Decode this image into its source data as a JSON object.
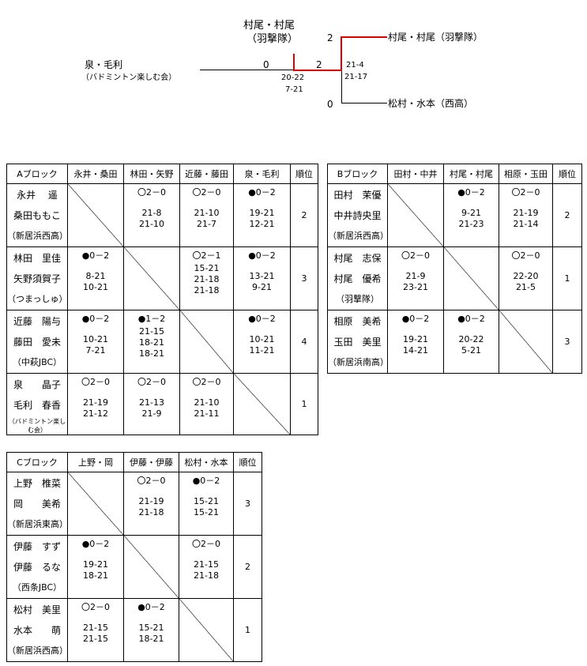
{
  "bracket": {
    "top_pair": "村尾・村尾",
    "top_team": "（羽撃隊）",
    "left_pair": "泉・毛利",
    "left_team": "（バドミントン楽しむ会）",
    "semi_left_score": "0",
    "semi_right_score": "2",
    "semi_games": [
      "20-22",
      "7-21"
    ],
    "final_top_score": "2",
    "final_games": [
      "21-4",
      "21-17"
    ],
    "final_bottom_score": "0",
    "winner": "村尾・村尾（羽撃隊）",
    "runner_up": "松村・水本（西高）",
    "colors": {
      "win_line": "#e00000",
      "line": "#000000"
    }
  },
  "blocks": [
    {
      "title": "Aブロック",
      "rank_label": "順位",
      "columns": [
        "永井・桑田",
        "林田・矢野",
        "近藤・藤田",
        "泉・毛利"
      ],
      "rows": [
        {
          "names": [
            "永井　 遥",
            "桑田ももこ"
          ],
          "team": "（新居浜西高）",
          "rank": "2",
          "results": [
            null,
            {
              "r": "〇2－0",
              "g": [
                "21-8",
                "21-10"
              ]
            },
            {
              "r": "〇2－0",
              "g": [
                "21-10",
                "21-7"
              ]
            },
            {
              "r": "●0－2",
              "g": [
                "19-21",
                "12-21"
              ]
            }
          ]
        },
        {
          "names": [
            "林田　里佳",
            "矢野須賀子"
          ],
          "team": "（つまっしゅ）",
          "rank": "3",
          "results": [
            {
              "r": "●0－2",
              "g": [
                "8-21",
                "10-21"
              ]
            },
            null,
            {
              "r": "〇2－1",
              "g": [
                "15-21",
                "21-18",
                "21-18"
              ]
            },
            {
              "r": "●0－2",
              "g": [
                "13-21",
                "9-21"
              ]
            }
          ]
        },
        {
          "names": [
            "近藤　陽与",
            "藤田　愛未"
          ],
          "team": "（中萩JBC）",
          "rank": "4",
          "results": [
            {
              "r": "●0－2",
              "g": [
                "10-21",
                "7-21"
              ]
            },
            {
              "r": "●1－2",
              "g": [
                "21-15",
                "18-21",
                "18-21"
              ]
            },
            null,
            {
              "r": "●0－2",
              "g": [
                "10-21",
                "11-21"
              ]
            }
          ]
        },
        {
          "names": [
            "泉　　晶子",
            "毛利　春香"
          ],
          "team": "（バドミントン楽しむ会）",
          "rank": "1",
          "results": [
            {
              "r": "〇2－0",
              "g": [
                "21-19",
                "21-12"
              ]
            },
            {
              "r": "〇2－0",
              "g": [
                "21-13",
                "21-9"
              ]
            },
            {
              "r": "〇2－0",
              "g": [
                "21-10",
                "21-11"
              ]
            },
            null
          ]
        }
      ]
    },
    {
      "title": "Bブロック",
      "rank_label": "順位",
      "columns": [
        "田村・中井",
        "村尾・村尾",
        "相原・玉田"
      ],
      "rows": [
        {
          "names": [
            "田村　茉優",
            "中井詩央里"
          ],
          "team": "（新居浜西高）",
          "rank": "2",
          "results": [
            null,
            {
              "r": "●0－2",
              "g": [
                "9-21",
                "21-23"
              ]
            },
            {
              "r": "〇2－0",
              "g": [
                "21-19",
                "21-14"
              ]
            }
          ]
        },
        {
          "names": [
            "村尾　志保",
            "村尾　優希"
          ],
          "team": "（羽撃隊）",
          "rank": "1",
          "results": [
            {
              "r": "〇2－0",
              "g": [
                "21-9",
                "23-21"
              ]
            },
            null,
            {
              "r": "〇2－0",
              "g": [
                "22-20",
                "21-5"
              ]
            }
          ]
        },
        {
          "names": [
            "相原　美希",
            "玉田　美里"
          ],
          "team": "（新居浜南高）",
          "rank": "3",
          "results": [
            {
              "r": "●0－2",
              "g": [
                "19-21",
                "14-21"
              ]
            },
            {
              "r": "●0－2",
              "g": [
                "20-22",
                "5-21"
              ]
            },
            null
          ]
        }
      ]
    },
    {
      "title": "Cブロック",
      "rank_label": "順位",
      "columns": [
        "上野・岡",
        "伊藤・伊藤",
        "松村・水本"
      ],
      "rows": [
        {
          "names": [
            "上野　椎菜",
            "岡　　美希"
          ],
          "team": "（新居浜東高）",
          "rank": "3",
          "results": [
            null,
            {
              "r": "〇2－0",
              "g": [
                "21-19",
                "21-18"
              ]
            },
            {
              "r": "●0－2",
              "g": [
                "15-21",
                "15-21"
              ]
            }
          ]
        },
        {
          "names": [
            "伊藤　すず",
            "伊藤　るな"
          ],
          "team": "（西条JBC）",
          "rank": "2",
          "results": [
            {
              "r": "●0－2",
              "g": [
                "19-21",
                "18-21"
              ]
            },
            null,
            {
              "r": "〇2－0",
              "g": [
                "21-15",
                "21-18"
              ]
            }
          ]
        },
        {
          "names": [
            "松村　美里",
            "水本　　萌"
          ],
          "team": "（新居浜西高）",
          "rank": "1",
          "results": [
            {
              "r": "〇2－0",
              "g": [
                "21-15",
                "21-15"
              ]
            },
            {
              "r": "●0－2",
              "g": [
                "15-21",
                "18-21"
              ]
            },
            null
          ]
        }
      ]
    }
  ]
}
